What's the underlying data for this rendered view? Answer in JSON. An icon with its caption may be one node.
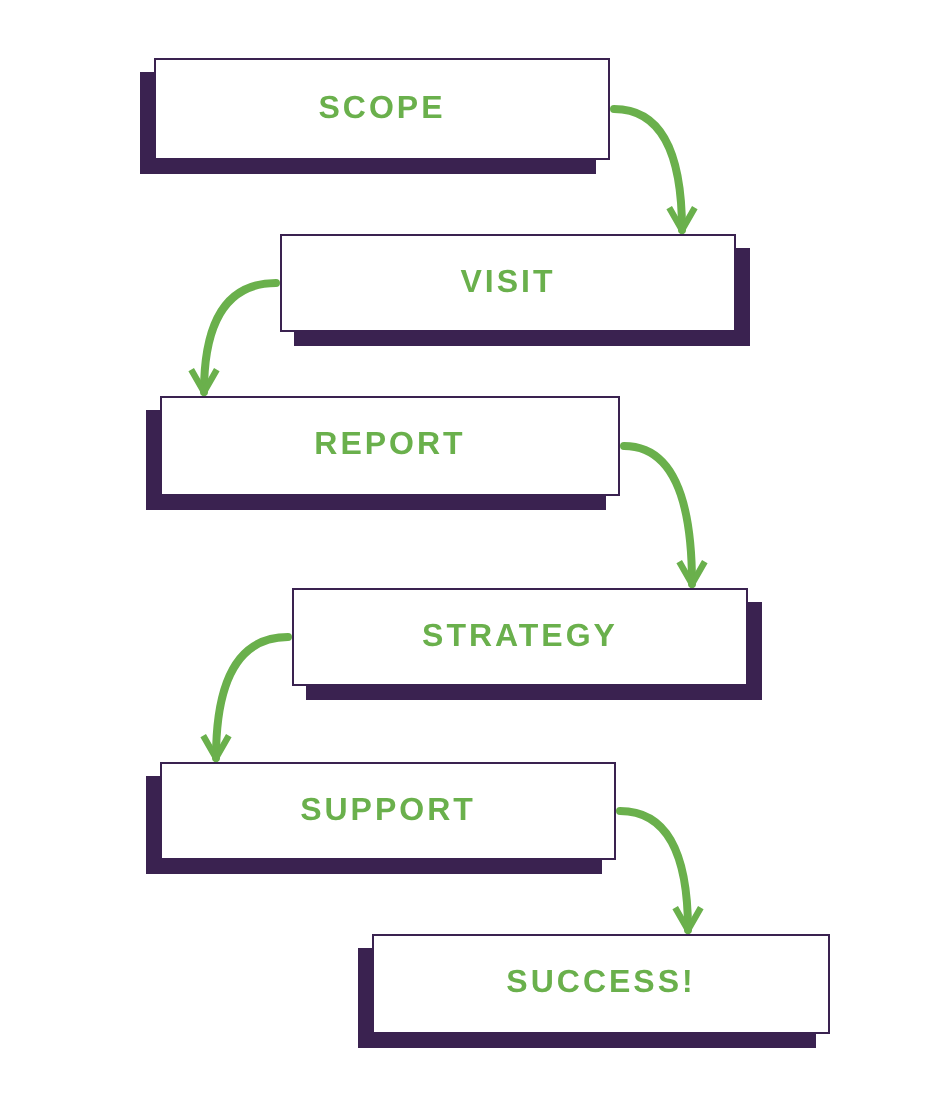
{
  "diagram": {
    "nodes": [
      {
        "text": [
          "SCOPE"
        ]
      },
      {
        "text": [
          "VISIT"
        ]
      },
      {
        "text": [
          "REPORT"
        ]
      },
      {
        "text": [
          "STRATEGY"
        ]
      },
      {
        "text": [
          "SUPPORT"
        ]
      },
      {
        "text": [
          "SUCCESS!"
        ]
      }
    ],
    "edges": [
      {
        "from": 0,
        "to": 1,
        "arrow": "to"
      },
      {
        "from": 1,
        "to": 2,
        "arrow": "to"
      },
      {
        "from": 2,
        "to": 3,
        "arrow": "to"
      },
      {
        "from": 3,
        "to": 4,
        "arrow": "to"
      },
      {
        "from": 4,
        "to": 5,
        "arrow": "to"
      }
    ]
  }
}
